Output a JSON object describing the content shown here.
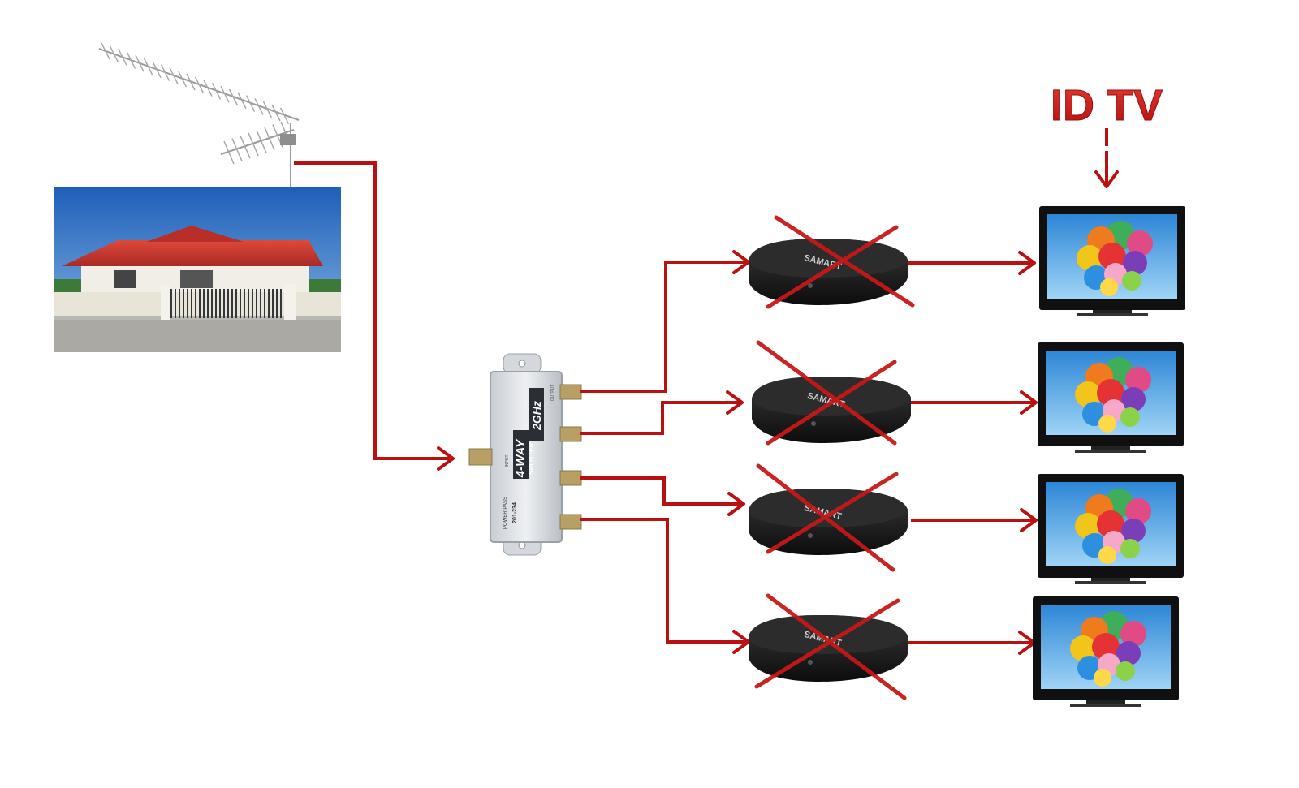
{
  "title": "ID TV",
  "colors": {
    "wire": "#bb1010",
    "cross": "#c61818",
    "title": "#cc1414",
    "house_roof": "#c8332c",
    "sky": "#3f7fc8",
    "box_body": "#151515",
    "splitter_body": "#d9dde2"
  },
  "house": {
    "icon": "house-photo-icon"
  },
  "antenna": {
    "icon": "yagi-antenna-icon"
  },
  "splitter": {
    "icon": "splitter-icon",
    "brand_line1": "4-WAY",
    "brand_line2": "SPLITTER",
    "freq": "2GHz",
    "spec_line1": "POWER PASS",
    "spec_line2": "201-234",
    "input_label": "INPUT",
    "output_label": "OUTPUT"
  },
  "receivers": [
    {
      "brand": "SAMART",
      "icon": "set-top-box-icon",
      "crossed": true
    },
    {
      "brand": "SAMART",
      "icon": "set-top-box-icon",
      "crossed": true
    },
    {
      "brand": "SAMART",
      "icon": "set-top-box-icon",
      "crossed": true
    },
    {
      "brand": "SAMART",
      "icon": "set-top-box-icon",
      "crossed": true
    }
  ],
  "tvs": [
    {
      "icon": "tv-icon",
      "screen": "balloons"
    },
    {
      "icon": "tv-icon",
      "screen": "balloons"
    },
    {
      "icon": "tv-icon",
      "screen": "balloons"
    },
    {
      "icon": "tv-icon",
      "screen": "balloons"
    }
  ]
}
